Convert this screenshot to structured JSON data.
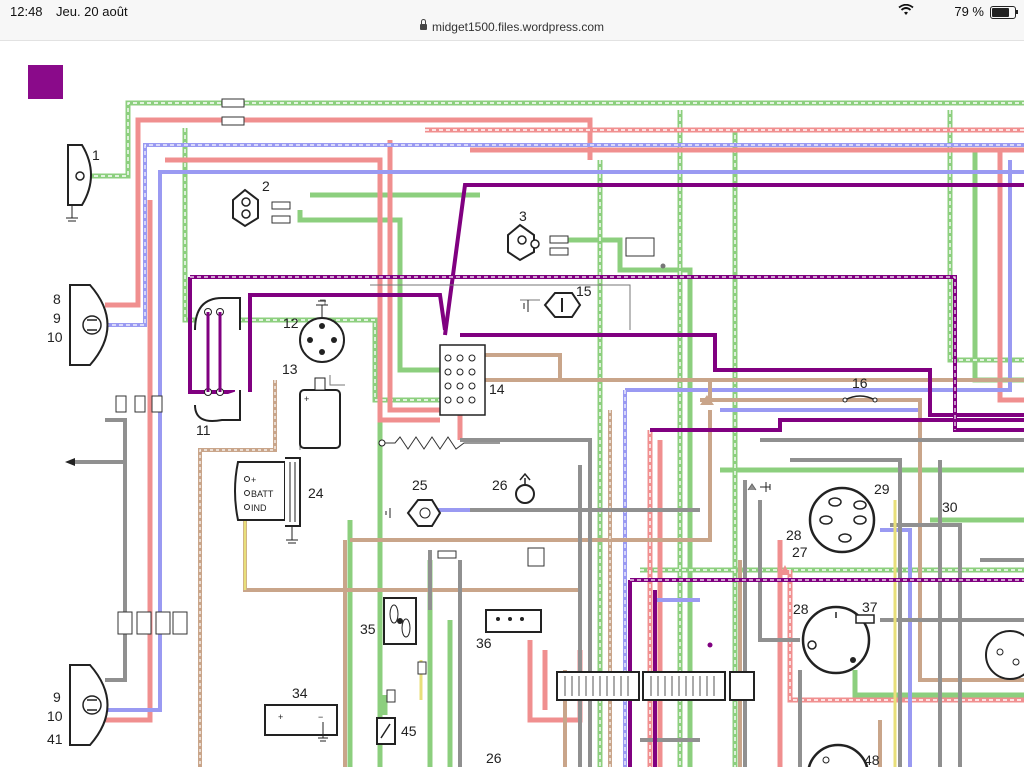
{
  "status_bar": {
    "time": "12:48",
    "date": "Jeu. 20 août",
    "url": "midget1500.files.wordpress.com",
    "battery_percent": "79 %",
    "battery_level": 0.79,
    "wifi_icon": "wifi-icon",
    "lock_icon": "lock-icon"
  },
  "colors": {
    "green": "#8ccf7e",
    "red": "#f08f8f",
    "blue": "#9a9af2",
    "purple": "#800080",
    "tan": "#c9a58a",
    "grey": "#909090",
    "yellow": "#e8df7a",
    "marker": "#8a0a8a"
  },
  "diagram": {
    "labels": {
      "c1": "1",
      "c2": "2",
      "c3": "3",
      "c8": "8",
      "c9": "9",
      "c10": "10",
      "c11": "11",
      "c12": "12",
      "c13": "13",
      "c14": "14",
      "c15": "15",
      "c16": "16",
      "c24": "24",
      "c25": "25",
      "c26": "26",
      "c26b": "26",
      "c27": "27",
      "c28": "28",
      "c28b": "28",
      "c29": "29",
      "c30": "30",
      "c34": "34",
      "c35": "35",
      "c36": "36",
      "c37": "37",
      "c41": "41",
      "c45": "45",
      "c48": "48",
      "c9b": "9",
      "c10b": "10"
    },
    "terminals": {
      "batt": "BATT",
      "ind": "IND"
    }
  }
}
